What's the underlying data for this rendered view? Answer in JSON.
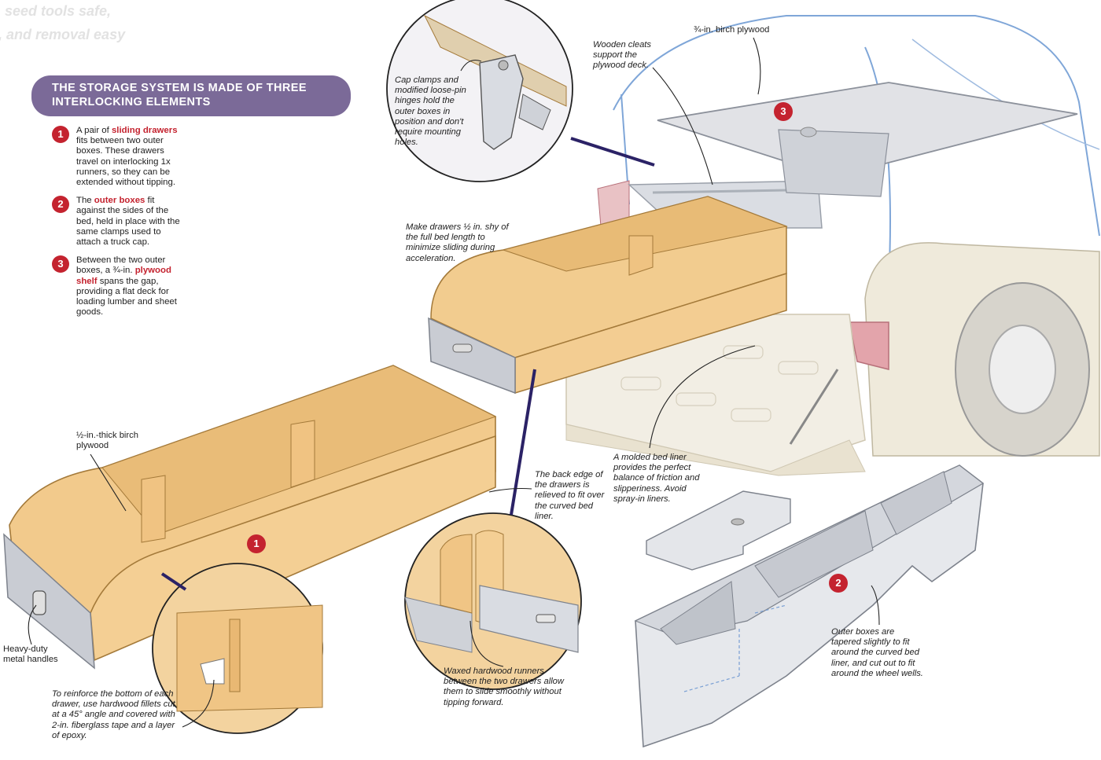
{
  "faded_text": {
    "line1": "seed tools safe,",
    "line2": ", and removal easy"
  },
  "banner": {
    "title_line1": "THE STORAGE SYSTEM IS MADE OF THREE",
    "title_line2": "INTERLOCKING ELEMENTS"
  },
  "steps": [
    {
      "number": "1",
      "text_before": "A pair of ",
      "highlight": "sliding drawers",
      "text_after": " fits between two outer boxes. These drawers travel on interlocking 1x runners, so they can be extended without tipping."
    },
    {
      "number": "2",
      "text_before": "The ",
      "highlight": "outer boxes",
      "text_after": " fit against the sides of the bed, held in place with the same clamps used to attach a truck cap."
    },
    {
      "number": "3",
      "text_before": "Between the two outer boxes, a ¾-in. ",
      "highlight": "plywood shelf",
      "text_after": " spans the gap, providing a flat deck for loading lumber and sheet goods."
    }
  ],
  "callouts": {
    "cap_clamps": "Cap clamps and modified loose-pin hinges hold the outer boxes in position and don't require mounting holes.",
    "wooden_cleats": "Wooden cleats support the plywood deck.",
    "birch_plywood_top": "¾-in. birch plywood",
    "make_drawers": "Make drawers ½ in. shy of the full bed length to minimize sliding during acceleration.",
    "half_inch_plywood": "½-in.-thick birch plywood",
    "back_edge": "The back edge of the drawers is relieved to fit over the curved bed liner.",
    "bed_liner": "A molded bed liner provides the perfect balance of friction and slipperiness. Avoid spray-in liners.",
    "heavy_duty_handles": "Heavy-duty metal handles",
    "reinforce_bottom": "To reinforce the bottom of each drawer, use hardwood fillets cut at a 45° angle and covered with 2-in. fiberglass tape and a layer of epoxy.",
    "waxed_runners": "Waxed hardwood runners between the two drawers allow them to slide smoothly without tipping forward.",
    "outer_boxes_tapered": "Outer boxes are tapered slightly to fit around the curved bed liner, and cut out to fit around the wheel wells."
  },
  "badges": {
    "shelf": "3",
    "drawer": "1",
    "outer_box": "2"
  },
  "colors": {
    "accent_red": "#c4232f",
    "banner_purple": "#7b6a98",
    "wood": "#f0c98c",
    "metal": "#cfd2d8",
    "truck_body": "#efeadb"
  }
}
